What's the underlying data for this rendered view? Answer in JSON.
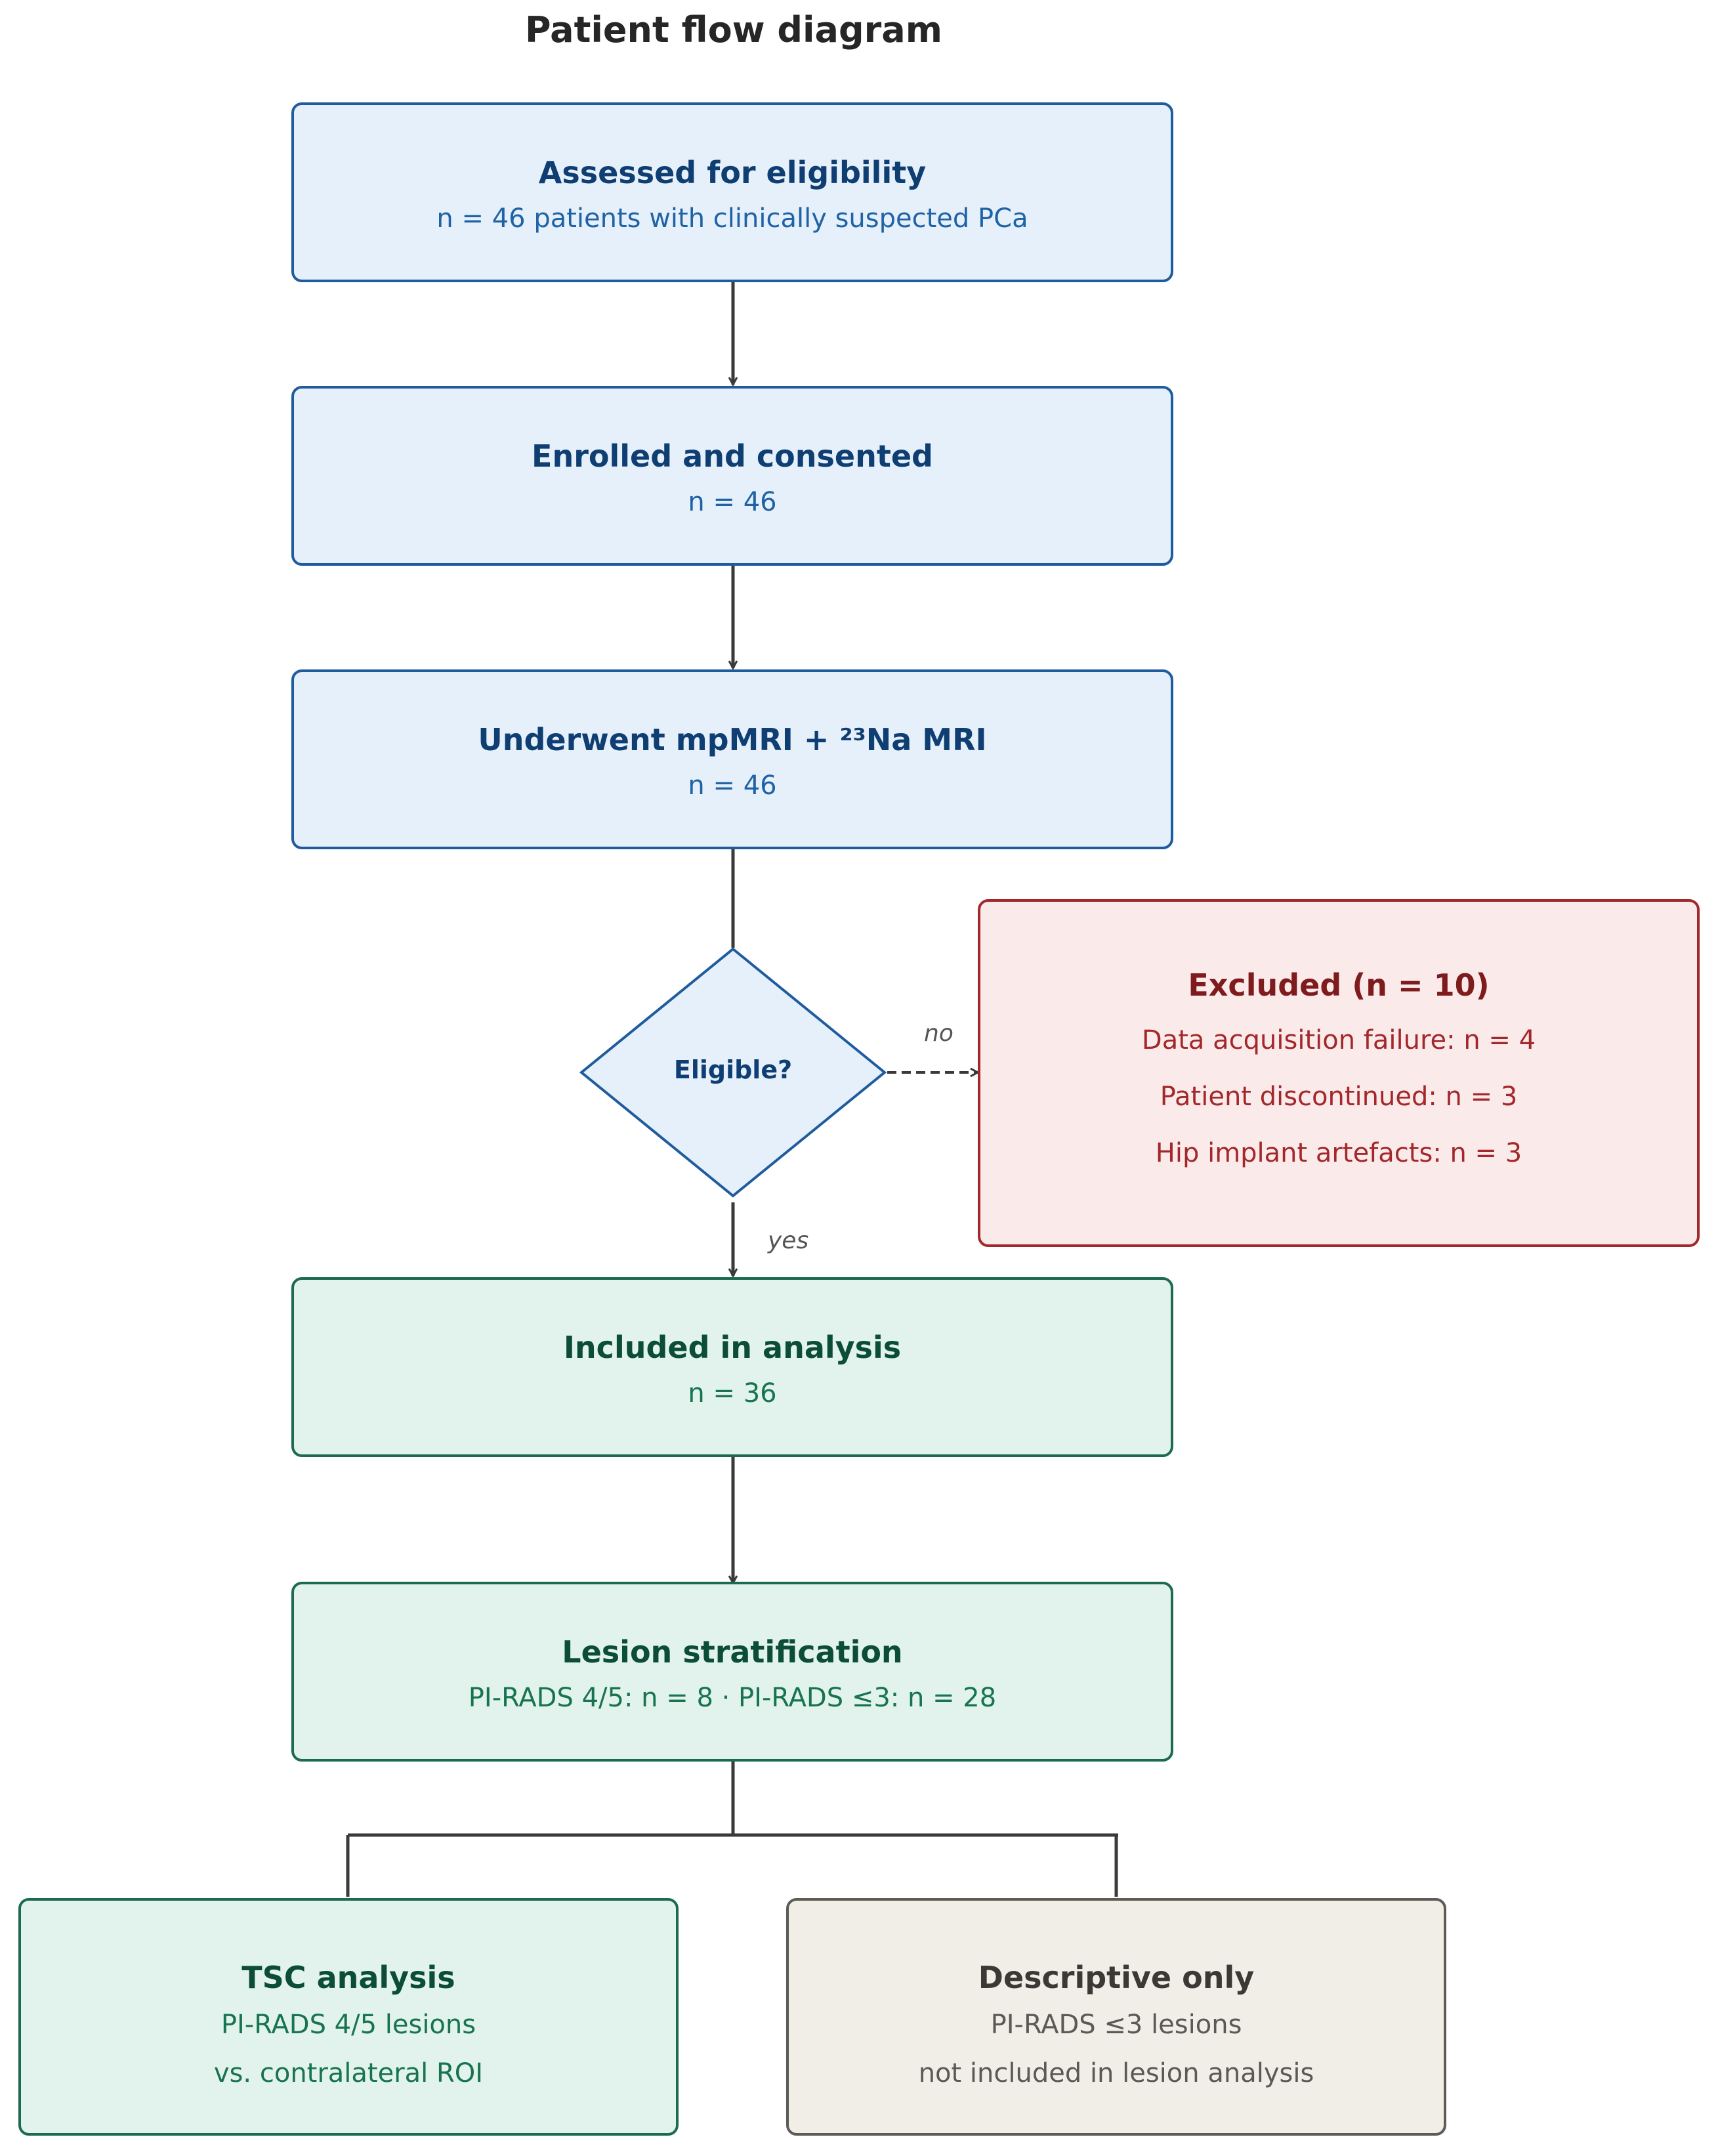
{
  "title": "Patient flow diagram",
  "nodes": {
    "assessed": {
      "title": "Assessed for eligibility",
      "lines": [
        "n = 46 patients with clinically suspected PCa"
      ]
    },
    "enrolled": {
      "title": "Enrolled and consented",
      "lines": [
        "n = 46"
      ]
    },
    "mri": {
      "title": "Underwent mpMRI + ²³Na MRI",
      "lines": [
        "n = 46"
      ]
    },
    "decision": {
      "label": "Eligible?"
    },
    "excluded": {
      "title": "Excluded  (n = 10)",
      "lines": [
        "Data acquisition failure: n = 4",
        "Patient discontinued: n = 3",
        "Hip implant artefacts: n = 3"
      ]
    },
    "included": {
      "title": "Included in analysis",
      "lines": [
        "n = 36"
      ]
    },
    "stratification": {
      "title": "Lesion stratification",
      "lines": [
        "PI-RADS 4/5: n = 8  ·  PI-RADS ≤3: n = 28"
      ]
    },
    "tsc": {
      "title": "TSC analysis",
      "lines": [
        "PI-RADS 4/5 lesions",
        "vs. contralateral ROI"
      ]
    },
    "descriptive": {
      "title": "Descriptive only",
      "lines": [
        "PI-RADS ≤3 lesions",
        "not included in lesion analysis"
      ]
    }
  },
  "edges": {
    "no_label": "no",
    "yes_label": "yes"
  },
  "colors": {
    "blue_fill": "#e6f0fa",
    "blue_border": "#1f5c9e",
    "green_fill": "#e1f3ec",
    "green_border": "#1c6b4f",
    "red_fill": "#fbeaea",
    "red_border": "#a1282b",
    "gray_fill": "#f1eee7",
    "gray_border": "#5c5b56",
    "connector": "#3a3a3a"
  }
}
